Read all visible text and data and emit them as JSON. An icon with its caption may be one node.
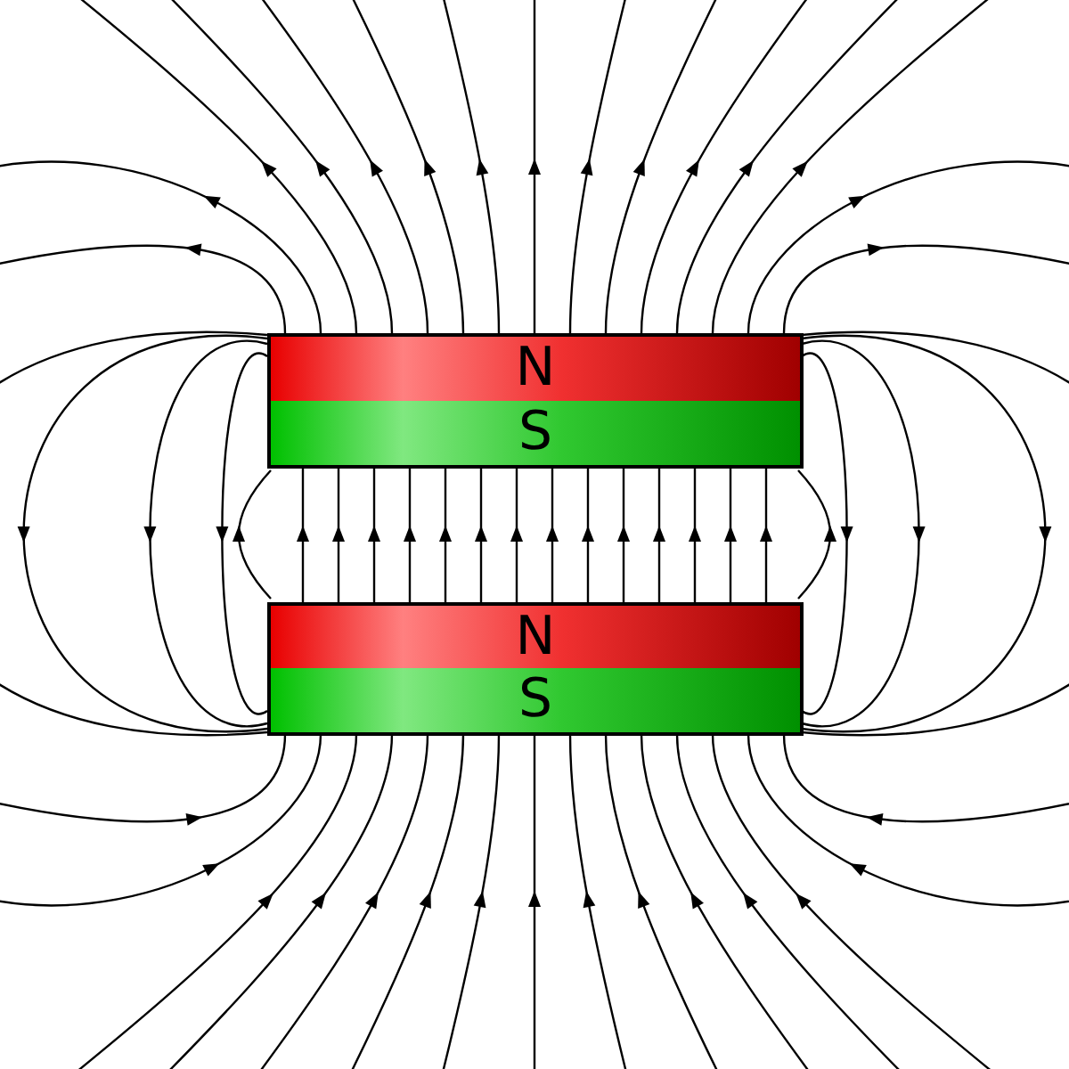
{
  "diagram": {
    "nodes": [
      {
        "text": [
          "N"
        ]
      },
      {
        "text": [
          "S"
        ]
      },
      {
        "text": [
          "N"
        ]
      },
      {
        "text": [
          "S"
        ]
      }
    ]
  }
}
